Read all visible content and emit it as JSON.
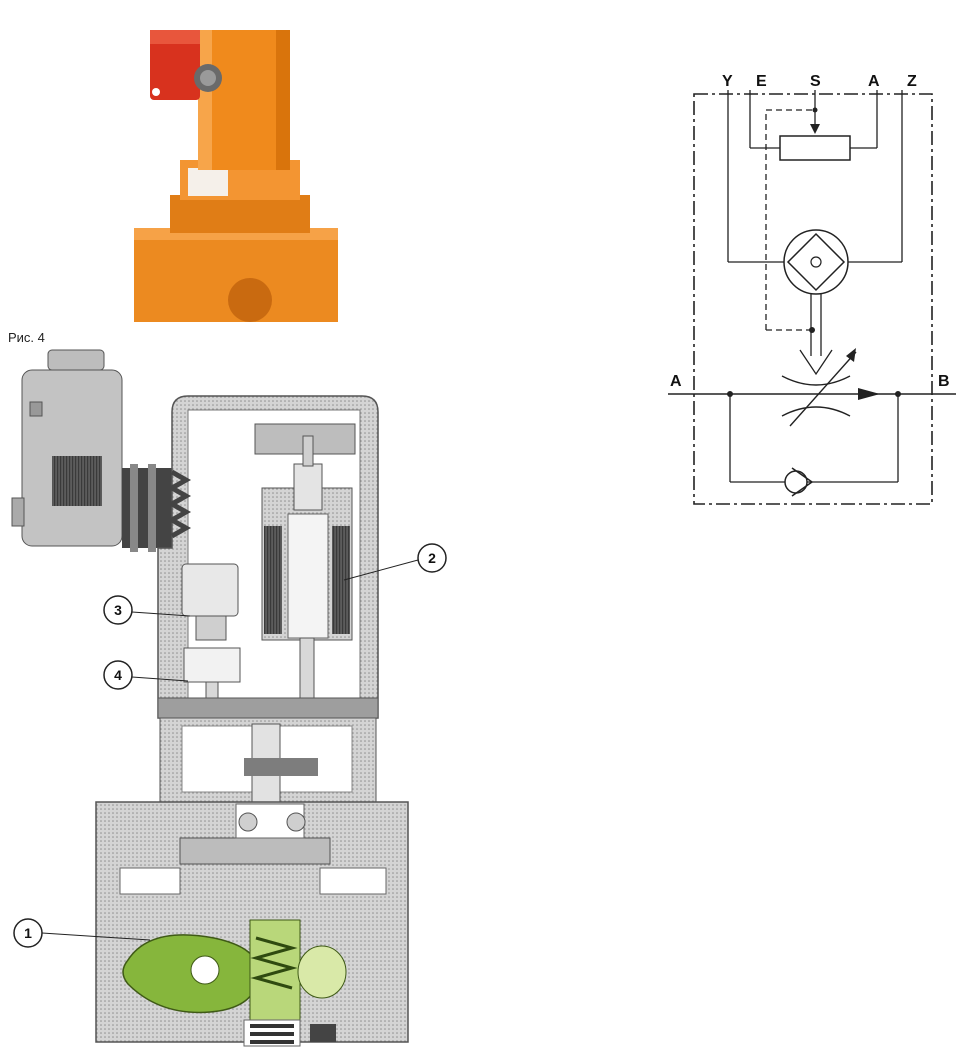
{
  "figure": {
    "caption": "Рис. 4"
  },
  "callouts": [
    {
      "id": "c1",
      "label": "1"
    },
    {
      "id": "c2",
      "label": "2"
    },
    {
      "id": "c3",
      "label": "3"
    },
    {
      "id": "c4",
      "label": "4"
    }
  ],
  "schematic": {
    "ports_top": [
      "Y",
      "E",
      "S",
      "A",
      "Z"
    ],
    "port_left": "A",
    "port_right": "B"
  },
  "colors": {
    "valve_orange": "#f08a1c",
    "knob_red": "#d8321e",
    "housing_gray": "#c8c8c8",
    "rotor_green": "#7fb23a",
    "coil_dark": "#555555"
  }
}
